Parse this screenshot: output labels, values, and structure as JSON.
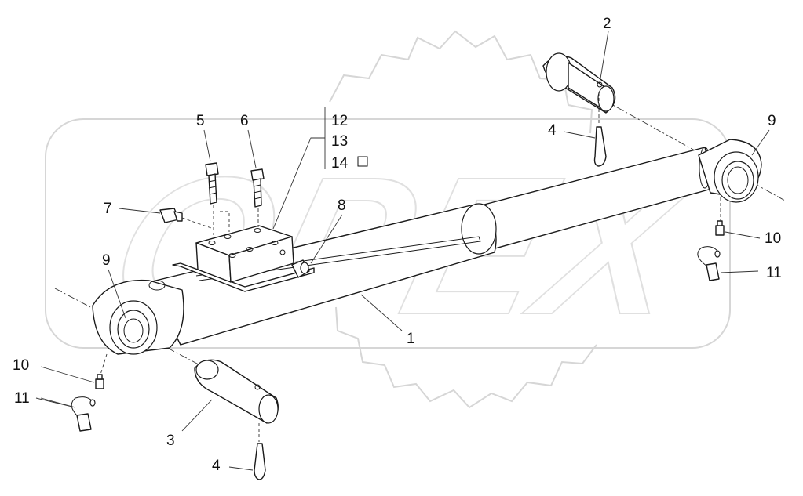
{
  "watermark": {
    "text": "OPEX"
  },
  "callouts": {
    "c1": "1",
    "c2": "2",
    "c3": "3",
    "c4a": "4",
    "c4b": "4",
    "c5": "5",
    "c6": "6",
    "c7": "7",
    "c8": "8",
    "c9a": "9",
    "c9b": "9",
    "c10a": "10",
    "c10b": "10",
    "c11a": "11",
    "c11b": "11",
    "c12": "12",
    "c13": "13",
    "c14": "14"
  }
}
